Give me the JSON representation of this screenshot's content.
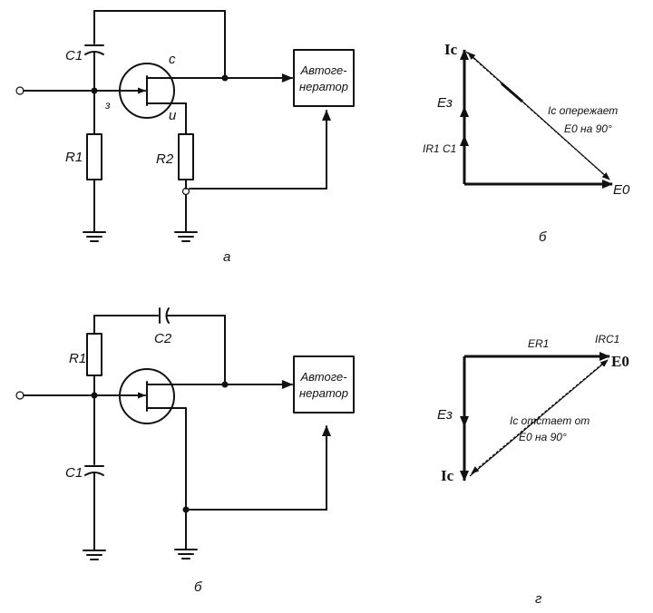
{
  "circuit_a": {
    "c1": "C1",
    "r1": "R1",
    "r2": "R2",
    "gate": "з",
    "drain": "с",
    "source": "и",
    "box_line1": "Автоге-",
    "box_line2": "нератор",
    "caption": "а"
  },
  "circuit_b": {
    "c1": "C1",
    "c2": "C2",
    "r1": "R1",
    "box_line1": "Автоге-",
    "box_line2": "нератор",
    "caption": "б"
  },
  "vector_b": {
    "ic": "Iс",
    "e3": "Eз",
    "ir1c1": "IR1 C1",
    "note_line1": "Iс опережает",
    "note_line2": "E0 на 90°",
    "e0": "E0",
    "caption": "б"
  },
  "vector_g": {
    "er1": "ER1",
    "irc": "IRC1",
    "e0": "E0",
    "e3": "Eз",
    "ic": "Iс",
    "note_line1": "Iс отстает от",
    "note_line2": "E0  на 90°",
    "caption": "г"
  }
}
